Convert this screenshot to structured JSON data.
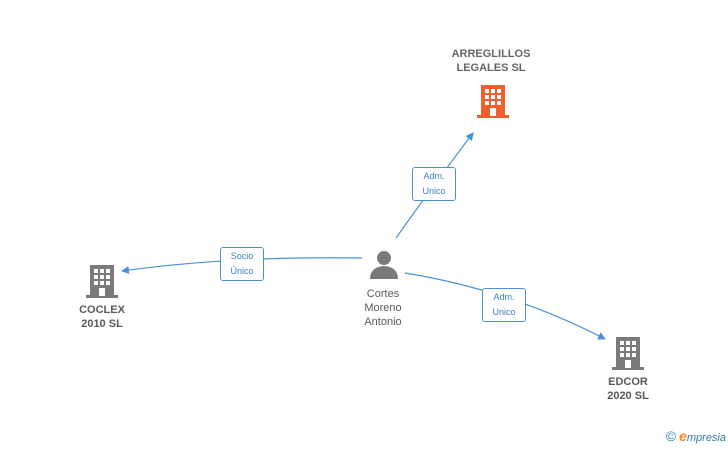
{
  "nodes": {
    "arreglillos": {
      "label": "ARREGLILLOS\nLEGALES  SL",
      "color": "#f0602e"
    },
    "coclex": {
      "label": "COCLEX\n2010  SL",
      "color": "#7a7a7a"
    },
    "edcor": {
      "label": "EDCOR\n2020  SL",
      "color": "#7a7a7a"
    },
    "person": {
      "label": "Cortes\nMoreno\nAntonio",
      "color": "#7a7a7a"
    }
  },
  "edges": {
    "to_arreglillos": {
      "label": "Adm.\nUnico"
    },
    "to_coclex": {
      "label": "Socio\nÚnico"
    },
    "to_edcor": {
      "label": "Adm.\nUnico"
    }
  },
  "colors": {
    "edge": "#4a90d9",
    "edge_label_text": "#3b7fc4"
  },
  "footer": {
    "copyright_symbol": "©",
    "brand_initial": "e",
    "brand_rest": "mpresia"
  }
}
